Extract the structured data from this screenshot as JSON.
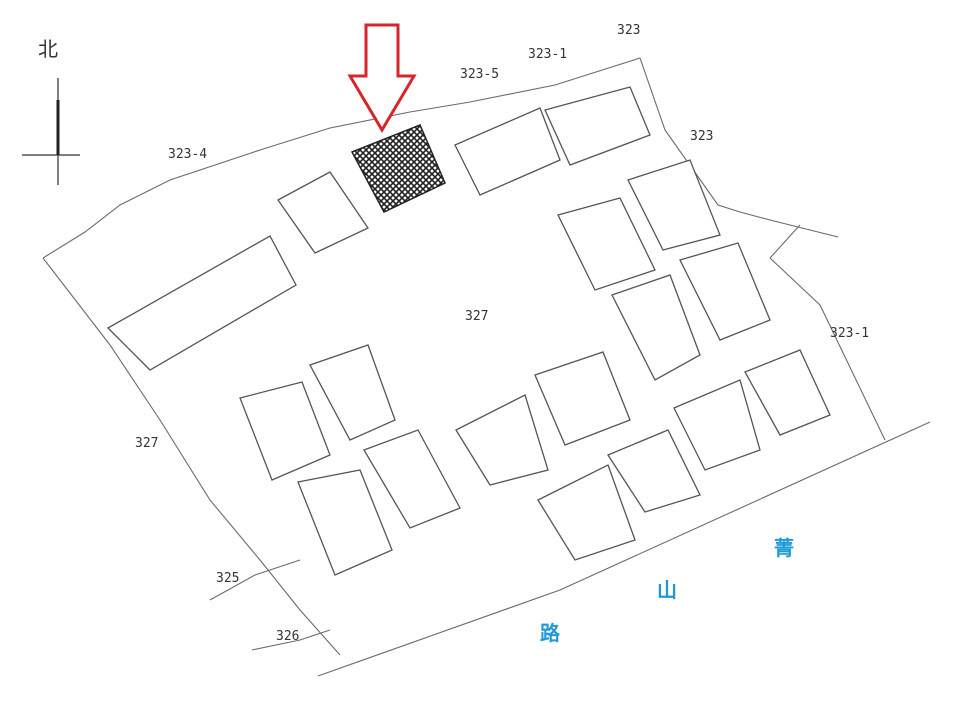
{
  "north_label": "北",
  "parcels": {
    "top_a": "323-1",
    "top_b": "323-5",
    "top_right": "323",
    "top_left": "323-4",
    "right_a": "323",
    "right_b": "323-1",
    "center": "327",
    "left": "327",
    "bottom_a": "325",
    "bottom_b": "326"
  },
  "road_name": [
    "菁",
    "山",
    "路"
  ],
  "colors": {
    "arrow": "#d6262b",
    "road_text": "#1f9ad6",
    "lines": "#555555"
  }
}
